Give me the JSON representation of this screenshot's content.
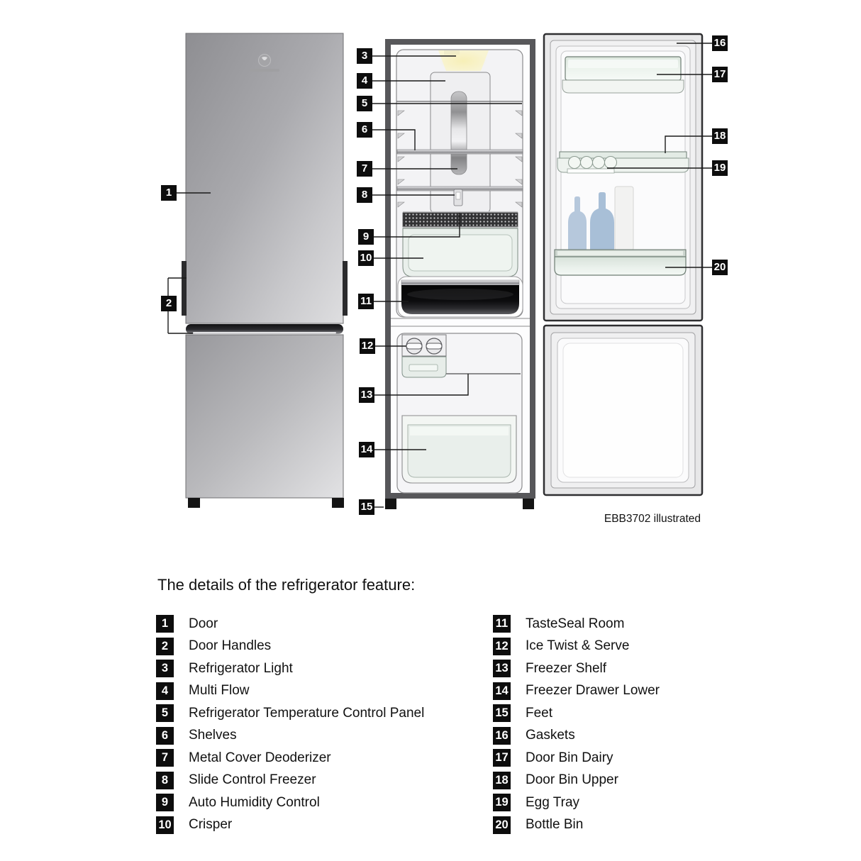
{
  "heading": "The details of the refrigerator feature:",
  "caption": "EBB3702 illustrated",
  "diagram": {
    "brand_logo_icon": "electrolux-logo",
    "views": [
      "front-closed-view",
      "interior-open-view",
      "door-interior-view"
    ],
    "colors": {
      "callout_bg": "#0d0d0d",
      "callout_text": "#ffffff",
      "cabinet_frame": "#57575a",
      "door_metal": "#b9b9bc",
      "glass_green": "#e9efeb",
      "bottle_blue": "#b6c8dc",
      "lamp_glow": "#f7efb6",
      "tasteseal_black": "#0c0c0e"
    }
  },
  "legend": {
    "items": [
      {
        "num": "1",
        "label": "Door"
      },
      {
        "num": "2",
        "label": "Door Handles"
      },
      {
        "num": "3",
        "label": "Refrigerator Light"
      },
      {
        "num": "4",
        "label": "Multi Flow"
      },
      {
        "num": "5",
        "label": "Refrigerator Temperature Control Panel"
      },
      {
        "num": "6",
        "label": "Shelves"
      },
      {
        "num": "7",
        "label": "Metal Cover Deoderizer"
      },
      {
        "num": "8",
        "label": "Slide Control Freezer"
      },
      {
        "num": "9",
        "label": "Auto Humidity Control"
      },
      {
        "num": "10",
        "label": "Crisper"
      },
      {
        "num": "11",
        "label": "TasteSeal Room"
      },
      {
        "num": "12",
        "label": "Ice Twist & Serve"
      },
      {
        "num": "13",
        "label": "Freezer Shelf"
      },
      {
        "num": "14",
        "label": "Freezer Drawer Lower"
      },
      {
        "num": "15",
        "label": "Feet"
      },
      {
        "num": "16",
        "label": "Gaskets"
      },
      {
        "num": "17",
        "label": "Door Bin Dairy"
      },
      {
        "num": "18",
        "label": "Door Bin Upper"
      },
      {
        "num": "19",
        "label": "Egg Tray"
      },
      {
        "num": "20",
        "label": "Bottle Bin"
      }
    ]
  }
}
